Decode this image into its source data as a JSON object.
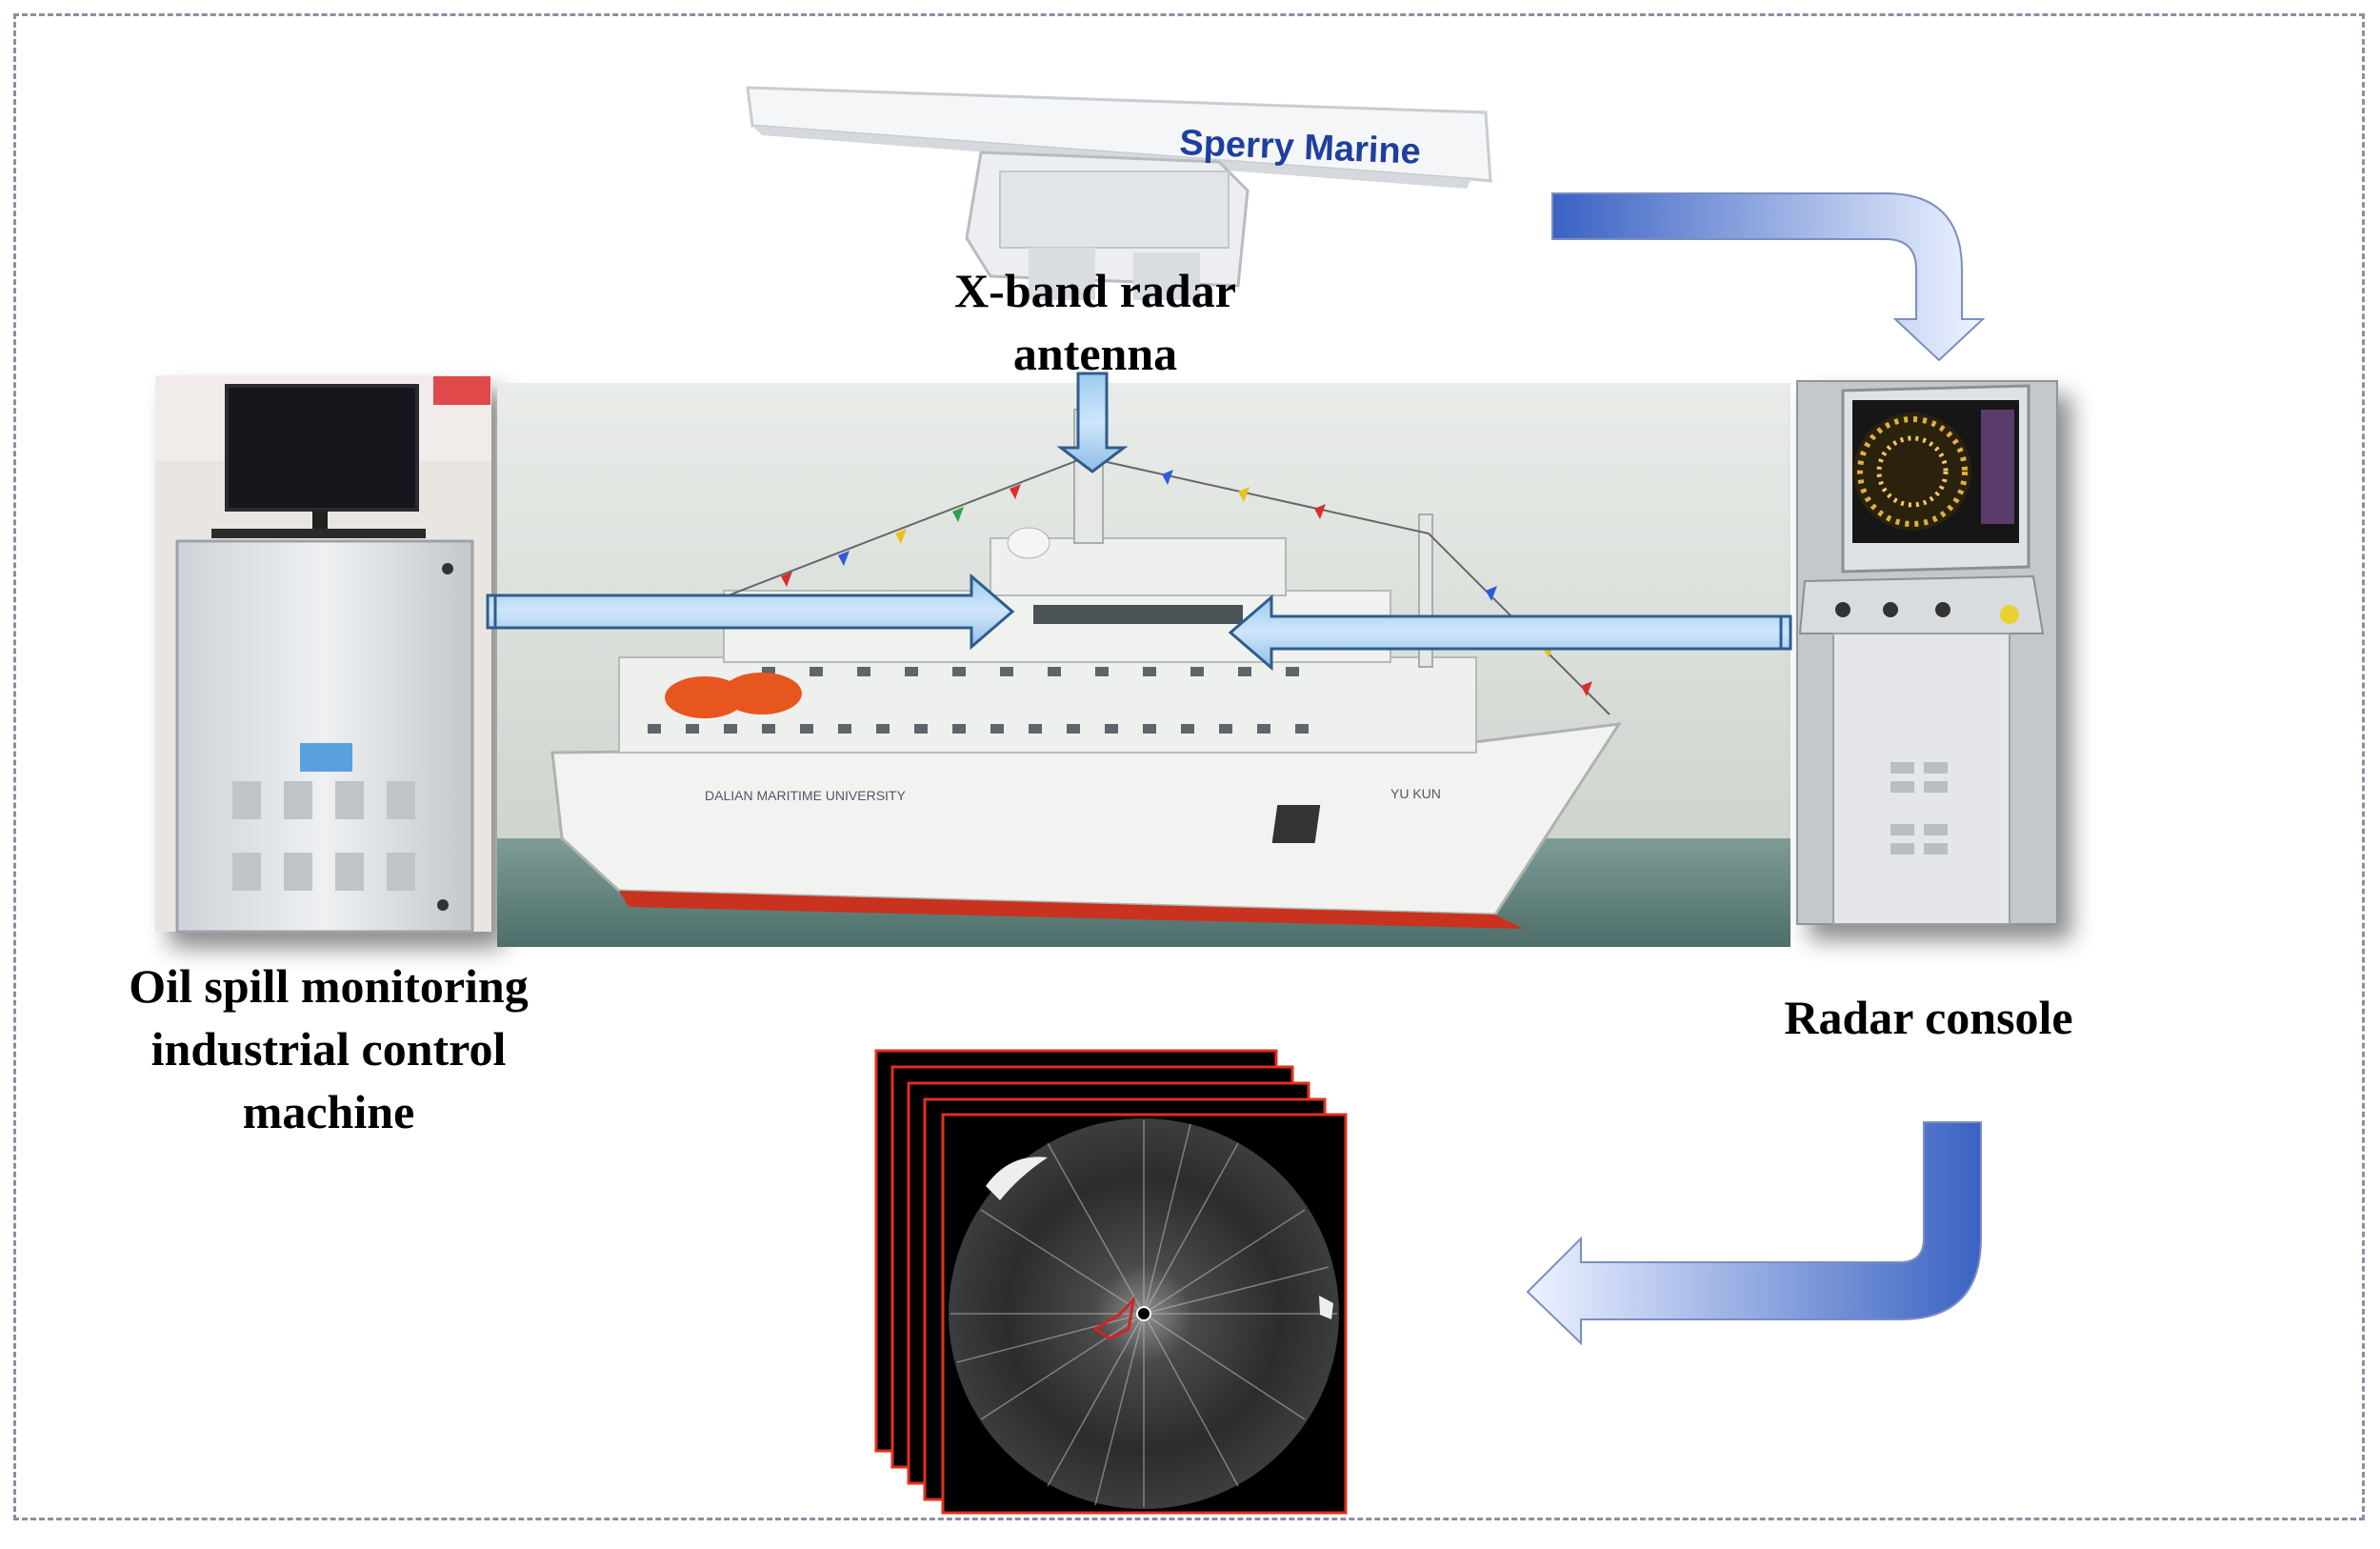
{
  "labels": {
    "antenna": "X-band radar antenna",
    "ipc": "Oil spill monitoring industrial control machine",
    "console": "Radar console"
  },
  "antenna_brand": "Sperry Marine",
  "ship_name_text": "DALIAN MARITIME UNIVERSITY",
  "ship_bow_text": "YU KUN",
  "colors": {
    "arrow_dark": "#3a62c4",
    "arrow_light": "#e8f0ff",
    "border": "#8a90a0",
    "radar_frame": "#e0301e"
  }
}
